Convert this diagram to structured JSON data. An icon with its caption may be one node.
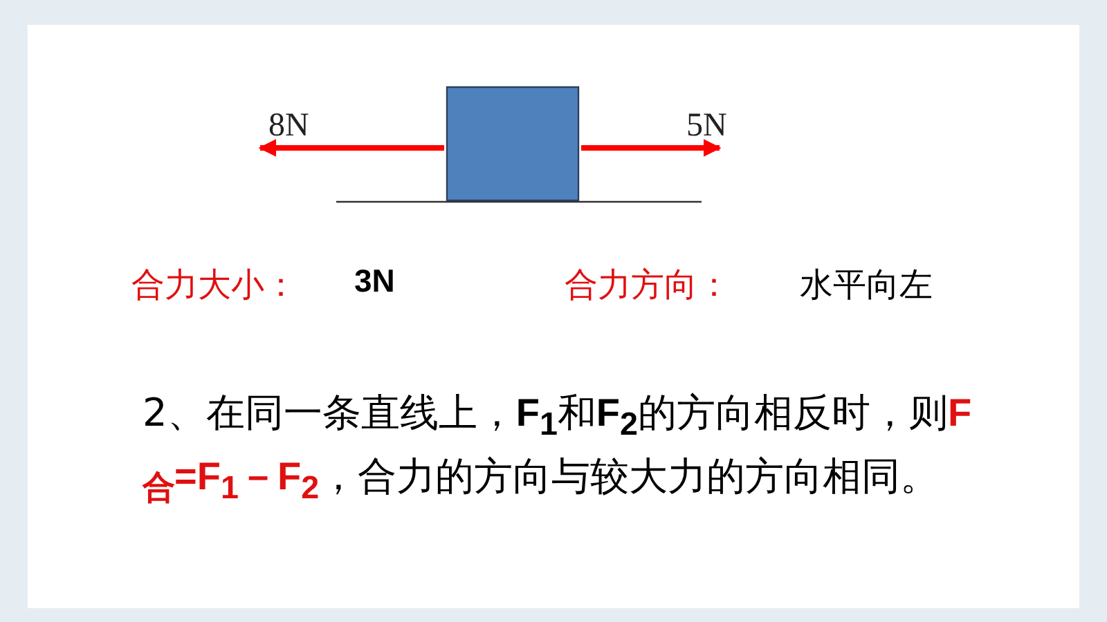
{
  "diagram": {
    "labels": [
      "8N",
      "5N",
      "合力大小：",
      "3N",
      "合力方向：",
      "水平向左",
      "2、在同一条直线上，**F$_{1}$**和**F$_{2}$**的方向相反时，则**F$_{合}$=F$_{1}$－F$_{2}$**，合力的方向与较大力的方向相同。"
    ]
  }
}
